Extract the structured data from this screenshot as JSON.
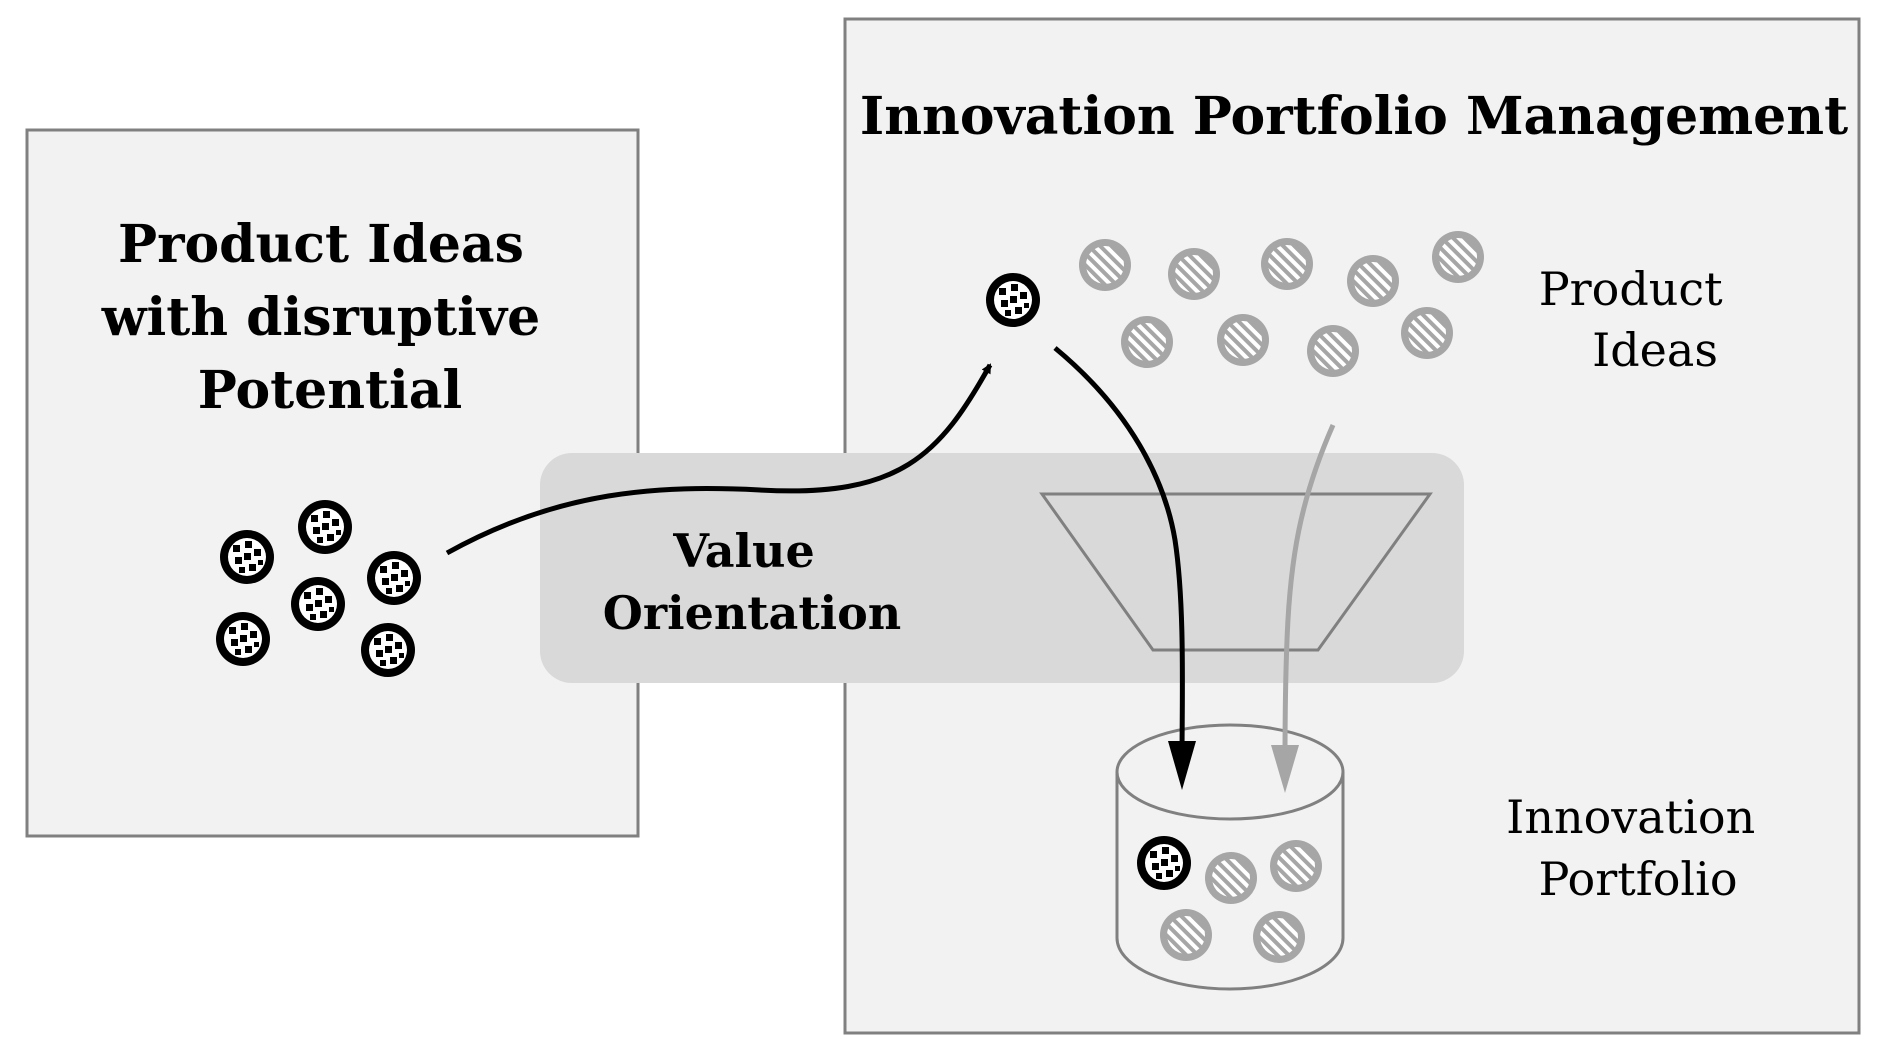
{
  "left_panel": {
    "title_lines": [
      "Product Ideas",
      "with disruptive",
      "Potential"
    ]
  },
  "right_panel": {
    "title": "Innovation Portfolio Management",
    "product_ideas_lines": [
      "Product",
      "Ideas"
    ],
    "portfolio_lines": [
      "Innovation",
      "Portfolio"
    ]
  },
  "band": {
    "label_lines": [
      "Value",
      "Orientation"
    ]
  },
  "icons": {
    "disruptive_idea": "dotted-circle-icon",
    "regular_idea": "hatched-circle-icon",
    "filter": "funnel-icon",
    "portfolio": "cylinder-icon"
  },
  "colors": {
    "panel_fill": "#f2f2f2",
    "panel_border": "#808080",
    "band_fill": "#d9d9d9",
    "disruptive": "#000000",
    "regular": "#a6a6a6",
    "gray_arrow": "#a6a6a6"
  }
}
